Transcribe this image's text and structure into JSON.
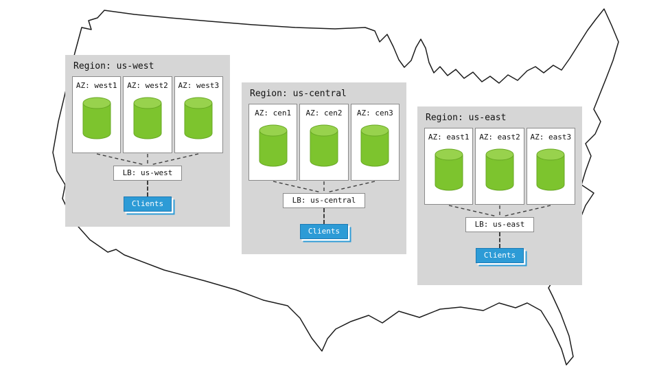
{
  "diagram": {
    "background": "united-states-outline-map"
  },
  "regions": [
    {
      "title": "Region: us-west",
      "azs": [
        "AZ: west1",
        "AZ: west2",
        "AZ: west3"
      ],
      "lb": "LB: us-west",
      "clients": "Clients"
    },
    {
      "title": "Region: us-central",
      "azs": [
        "AZ: cen1",
        "AZ: cen2",
        "AZ: cen3"
      ],
      "lb": "LB: us-central",
      "clients": "Clients"
    },
    {
      "title": "Region: us-east",
      "azs": [
        "AZ: east1",
        "AZ: east2",
        "AZ: east3"
      ],
      "lb": "LB: us-east",
      "clients": "Clients"
    }
  ],
  "colors": {
    "region_bg": "#d6d6d6",
    "az_bg": "#ffffff",
    "az_border": "#8a8a8a",
    "cylinder_green": "#7dc42e",
    "cylinder_top": "#98d24d",
    "cylinder_stroke": "#68a824",
    "clients_blue": "#2d9bd6",
    "clients_border": "#1c7ab5",
    "outline": "#1b1b1b",
    "connector": "#3c3c3c"
  }
}
